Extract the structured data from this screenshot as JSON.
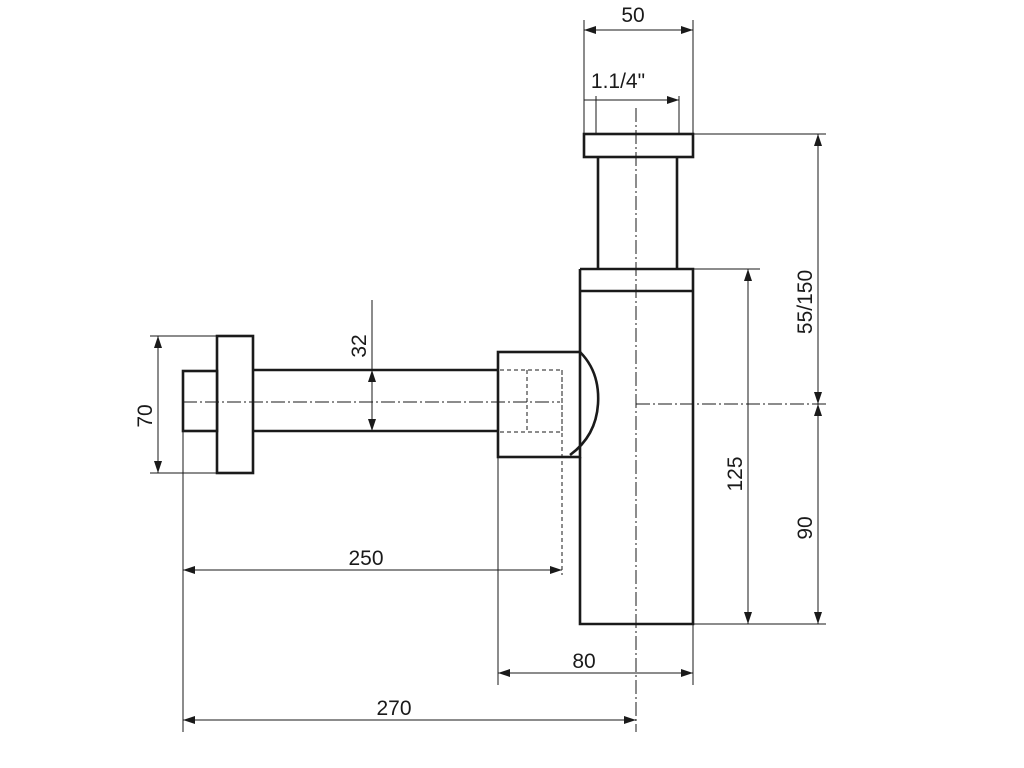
{
  "drawing": {
    "subject": "bottle-trap",
    "dimensions": {
      "top_width": "50",
      "thread": "1.1/4\"",
      "height_adjust": "55/150",
      "body_height": "125",
      "outlet_height": "90",
      "flange_diameter": "70",
      "pipe_diameter": "32",
      "pipe_length": "250",
      "body_depth": "80",
      "total_length": "270"
    }
  }
}
